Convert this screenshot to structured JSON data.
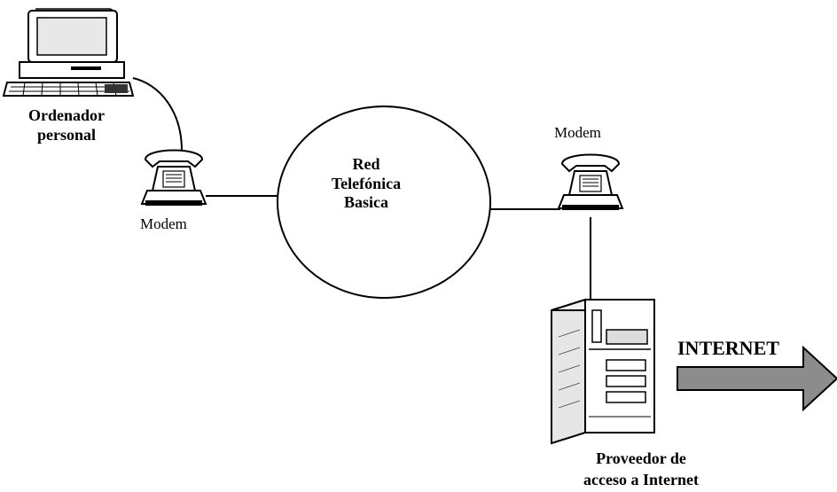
{
  "diagram": {
    "pc_label_line1": "Ordenador",
    "pc_label_line2": "personal",
    "network_label_line1": "Red",
    "network_label_line2": "Telefónica",
    "network_label_line3": "Basica",
    "modem_left_label": "Modem",
    "modem_right_label": "Modem",
    "isp_label_line1": "Proveedor de",
    "isp_label_line2": "acceso a Internet",
    "internet_label": "INTERNET"
  },
  "colors": {
    "line": "#000000",
    "arrow_fill": "#8c8c8c",
    "device_fill": "#ffffff",
    "device_shade": "#d9d9d9"
  },
  "icons": [
    "desktop-computer-icon",
    "telephone-modem-icon",
    "server-tower-icon",
    "arrow-right-icon"
  ]
}
